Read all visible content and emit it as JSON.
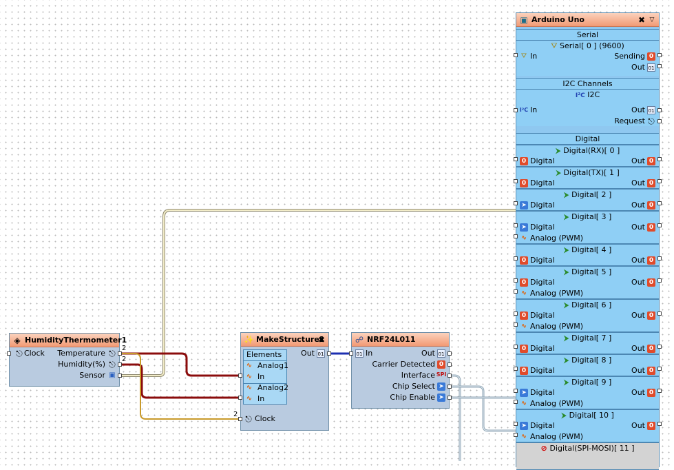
{
  "arduino": {
    "title": "Arduino Uno",
    "serial": {
      "section": "Serial",
      "item": "Serial[ 0 ] (9600)",
      "in": "In",
      "sending": "Sending",
      "out": "Out"
    },
    "i2c": {
      "section": "I2C Channels",
      "item": "I2C",
      "in": "In",
      "out": "Out",
      "request": "Request"
    },
    "digital": {
      "section": "Digital",
      "pin_label": "Digital",
      "out_label": "Out",
      "analog_label": "Analog (PWM)",
      "channels": [
        {
          "name": "Digital(RX)[ 0 ]"
        },
        {
          "name": "Digital(TX)[ 1 ]"
        },
        {
          "name": "Digital[ 2 ]"
        },
        {
          "name": "Digital[ 3 ]"
        },
        {
          "name": "Digital[ 4 ]"
        },
        {
          "name": "Digital[ 5 ]"
        },
        {
          "name": "Digital[ 6 ]"
        },
        {
          "name": "Digital[ 7 ]"
        },
        {
          "name": "Digital[ 8 ]"
        },
        {
          "name": "Digital[ 9 ]"
        },
        {
          "name": "Digital[ 10 ]"
        },
        {
          "name": "Digital(SPI-MOSI)[ 11 ]"
        }
      ]
    }
  },
  "humidity": {
    "title": "HumidityThermometer1",
    "clock": "Clock",
    "temperature": "Temperature",
    "humidity": "Humidity(%)",
    "sensor": "Sensor",
    "count1": "2",
    "count2": "2"
  },
  "make": {
    "title": "MakeStructure1",
    "elements": "Elements",
    "analog1": "Analog1",
    "analog2": "Analog2",
    "in": "In",
    "out": "Out",
    "clock": "Clock",
    "count": "2"
  },
  "nrf": {
    "title": "NRF24L011",
    "in": "In",
    "out": "Out",
    "carrier": "Carrier Detected",
    "interface": "Interface",
    "chip_select": "Chip Select",
    "chip_enable": "Chip Enable",
    "spi": "SPI"
  },
  "colors": {
    "analog_wire": "#8b0c0c",
    "clock_wire": "#c89a2a",
    "digital_wire": "#bfb99a",
    "struct_wire": "#1d2fb0",
    "control_wire": "#8fa5b5"
  }
}
